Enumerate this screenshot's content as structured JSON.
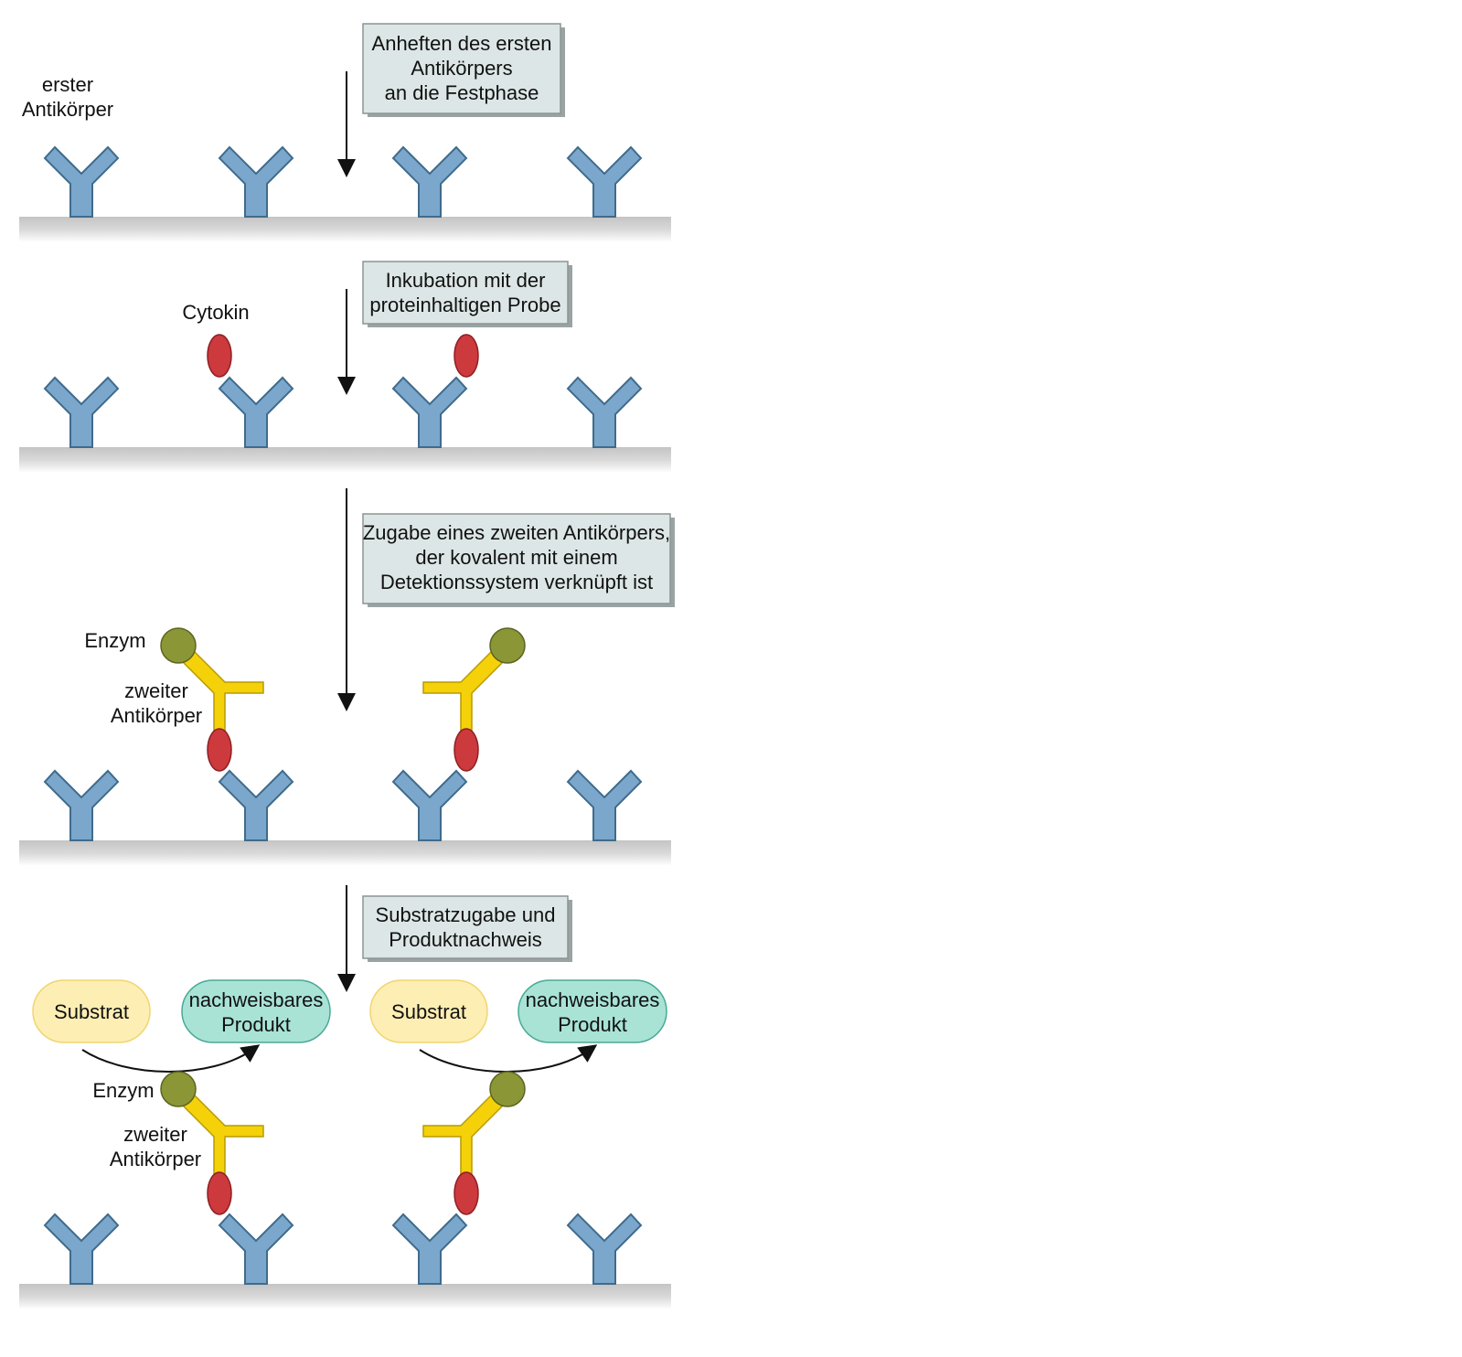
{
  "steps": [
    {
      "box_lines": [
        "Anheften des ersten",
        "Antikörpers",
        "an die Festphase"
      ]
    },
    {
      "box_lines": [
        "Inkubation mit der",
        "proteinhaltigen Probe"
      ]
    },
    {
      "box_lines": [
        "Zugabe eines zweiten Antikörpers,",
        "der kovalent mit einem",
        "Detektionssystem verknüpft ist"
      ]
    },
    {
      "box_lines": [
        "Substratzugabe und",
        "Produktnachweis"
      ]
    }
  ],
  "labels": {
    "first_antibody": [
      "erster",
      "Antikörper"
    ],
    "cytokine": "Cytokin",
    "enzyme": "Enzym",
    "second_antibody": [
      "zweiter",
      "Antikörper"
    ],
    "substrate": "Substrat",
    "product": [
      "nachweisbares",
      "Produkt"
    ]
  },
  "colors": {
    "first_antibody": "#7ba7cc",
    "cytokine": "#cc3a3e",
    "second_antibody": "#f5d10a",
    "enzyme": "#8b9636",
    "box_fill": "#dde6e6",
    "substrate_fill": "#fdeeb3",
    "product_fill": "#a8e3d6",
    "surface": "#d3d3d3"
  }
}
